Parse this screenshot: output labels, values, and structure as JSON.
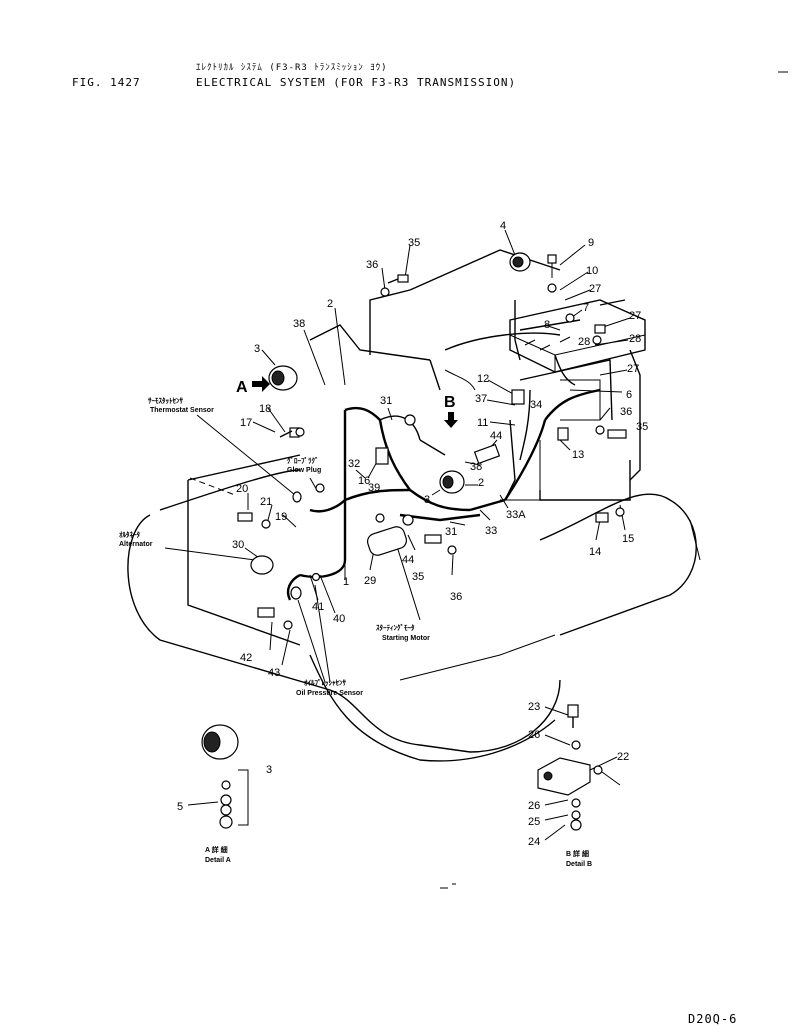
{
  "header": {
    "fig_label": "FIG. 1427",
    "title_jp": "ｴﾚｸﾄﾘｶﾙ ｼｽﾃﾑ (F3-R3 ﾄﾗﾝｽﾐｯｼｮﾝ ﾖｳ)",
    "title_en": "ELECTRICAL SYSTEM (FOR F3-R3 TRANSMISSION)"
  },
  "labels": {
    "thermostat_jp": "ｻｰﾓｽﾀｯﾄｾﾝｻ",
    "thermostat_en": "Thermostat Sensor",
    "glow_jp": "ｸﾞﾛｰﾌﾟﾗｸﾞ",
    "glow_en": "Glow Plug",
    "alternator_jp": "ｵﾙﾀﾈｰﾀ",
    "alternator_en": "Alternator",
    "starting_jp": "ｽﾀｰﾃｨﾝｸﾞﾓｰﾀ",
    "starting_en": "Starting Motor",
    "oil_jp": "ｵｲﾙﾌﾟﾚｯｼｬｾﾝｻ",
    "oil_en": "Oil Pressure Sensor",
    "detail_a_jp": "A 詳 細",
    "detail_a_en": "Detail A",
    "detail_b_jp": "B 詳 細",
    "detail_b_en": "Detail B",
    "arrow_a": "A",
    "arrow_b": "B"
  },
  "callouts": {
    "c1": "1",
    "c2a": "2",
    "c2b": "2",
    "c3a": "3",
    "c3b": "3",
    "c3c": "3",
    "c4": "4",
    "c5": "5",
    "c6": "6",
    "c7": "7",
    "c8": "8",
    "c9": "9",
    "c10": "10",
    "c11": "11",
    "c12": "12",
    "c13": "13",
    "c14": "14",
    "c15": "15",
    "c16": "16",
    "c17": "17",
    "c18": "18",
    "c19": "19",
    "c20": "20",
    "c21": "21",
    "c22": "22",
    "c23": "23",
    "c24": "24",
    "c25": "25",
    "c26a": "26",
    "c26b": "26",
    "c27a": "27",
    "c27b": "27",
    "c27c": "27",
    "c28a": "28",
    "c28b": "28",
    "c29": "29",
    "c30": "30",
    "c31a": "31",
    "c31b": "31",
    "c32": "32",
    "c33": "33",
    "c33a": "33A",
    "c34": "34",
    "c35a": "35",
    "c35b": "35",
    "c35c": "35",
    "c36a": "36",
    "c36b": "36",
    "c36c": "36",
    "c37": "37",
    "c38a": "38",
    "c38b": "38",
    "c39": "39",
    "c40": "40",
    "c41": "41",
    "c42": "42",
    "c43": "43",
    "c44a": "44",
    "c44b": "44"
  },
  "footer": {
    "drawing_code": "D20Q-6"
  }
}
